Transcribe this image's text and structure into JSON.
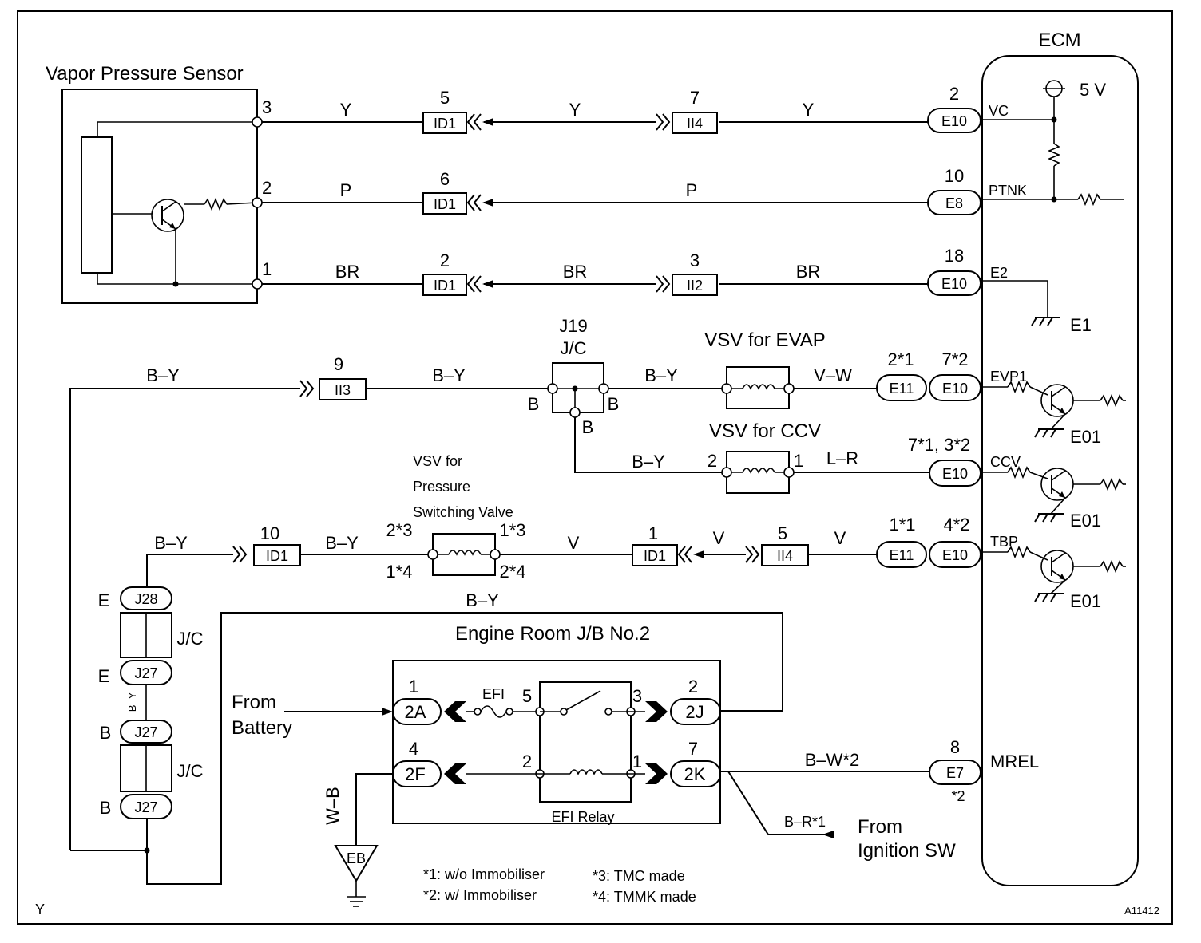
{
  "components": {
    "ecm": "ECM",
    "sensor": "Vapor Pressure Sensor",
    "vsv_evap": "VSV for EVAP",
    "vsv_ccv": "VSV for CCV",
    "vsv_psv": [
      "VSV for",
      "Pressure",
      "Switching Valve"
    ],
    "junction_j19": "J19",
    "jc": "J/C",
    "jb_title": "Engine Room J/B No.2",
    "relay": "EFI Relay",
    "efi_fuse": "EFI",
    "ground_eb": "EB",
    "v5": "5 V",
    "e1": "E1",
    "e01": "E01"
  },
  "connectors": {
    "id1": "ID1",
    "ii4": "II4",
    "ii2": "II2",
    "ii3": "II3",
    "e10": "E10",
    "e8": "E8",
    "e11": "E11",
    "e7": "E7",
    "j28": "J28",
    "j27": "J27",
    "c2a": "2A",
    "c2j": "2J",
    "c2f": "2F",
    "c2k": "2K"
  },
  "pins": {
    "ecm": [
      "VC",
      "PTNK",
      "E2",
      "EVP1",
      "CCV",
      "TBP",
      "MREL"
    ],
    "sensor": [
      "3",
      "2",
      "1"
    ]
  },
  "numbers": {
    "n1": "1",
    "n2": "2",
    "n3": "3",
    "n4": "4",
    "n5": "5",
    "n6": "6",
    "n7": "7",
    "n8": "8",
    "n9": "9",
    "n10": "10",
    "n18": "18"
  },
  "wires": {
    "y": "Y",
    "p": "P",
    "br": "BR",
    "by": "B–Y",
    "vw": "V–W",
    "lr": "L–R",
    "v": "V",
    "wb": "W–B",
    "bw2": "B–W*2",
    "br1": "B–R*1"
  },
  "marks": {
    "e": "E",
    "b": "B",
    "s2s1": "2*1",
    "s7s2": "7*2",
    "s7s1_3s2": "7*1, 3*2",
    "s1s1": "1*1",
    "s4s2": "4*2",
    "s2s3": "2*3",
    "s1s3": "1*3",
    "s1s4": "1*4",
    "s2s4": "2*4",
    "s2": "*2"
  },
  "sources": {
    "battery": [
      "From",
      "Battery"
    ],
    "ignition": [
      "From",
      "Ignition SW"
    ]
  },
  "notes": {
    "n1": "*1: w/o Immobiliser",
    "n2": "*2: w/ Immobiliser",
    "n3": "*3: TMC made",
    "n4": "*4: TMMK made"
  },
  "corner": {
    "left": "Y",
    "right": "A11412"
  }
}
